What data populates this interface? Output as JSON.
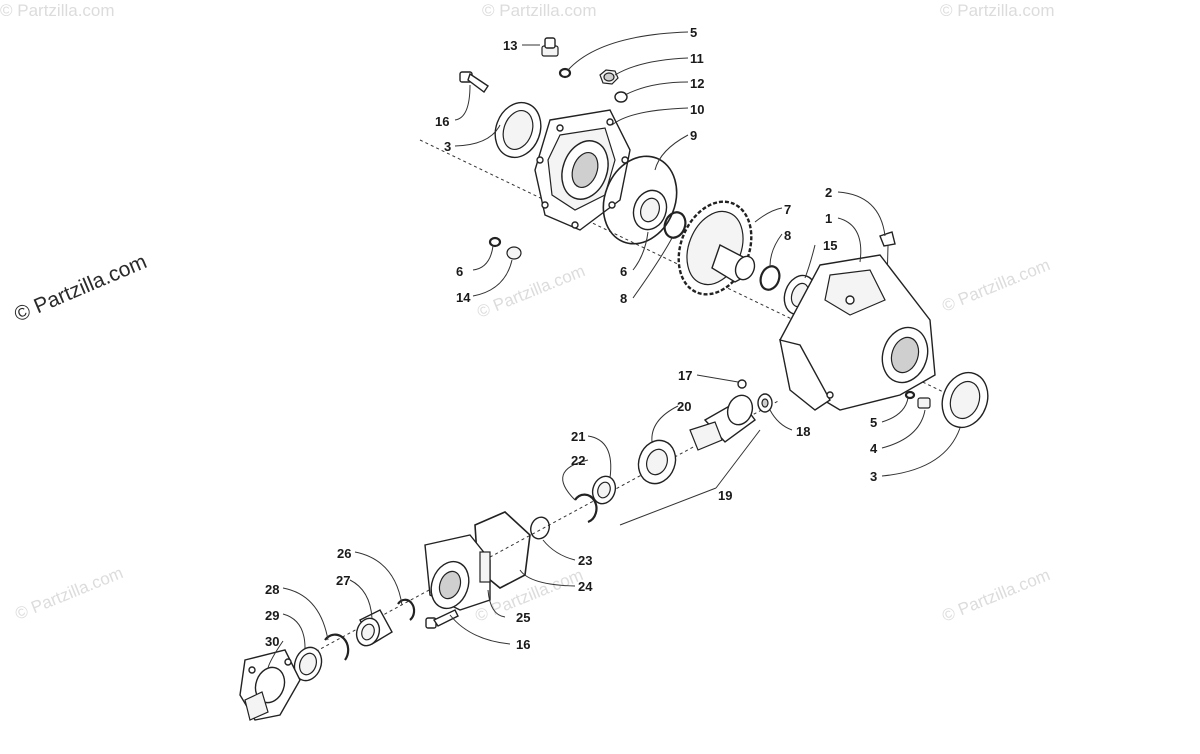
{
  "watermark": {
    "text": "© Partzilla.com"
  },
  "copyright": {
    "text": "© Partzilla.com"
  },
  "callouts": [
    "13",
    "5",
    "11",
    "12",
    "16",
    "10",
    "3",
    "9",
    "2",
    "7",
    "1",
    "8",
    "6",
    "15",
    "6",
    "14",
    "8",
    "17",
    "20",
    "18",
    "21",
    "5",
    "22",
    "4",
    "3",
    "19",
    "23",
    "24",
    "26",
    "25",
    "28",
    "27",
    "29",
    "16",
    "30"
  ]
}
